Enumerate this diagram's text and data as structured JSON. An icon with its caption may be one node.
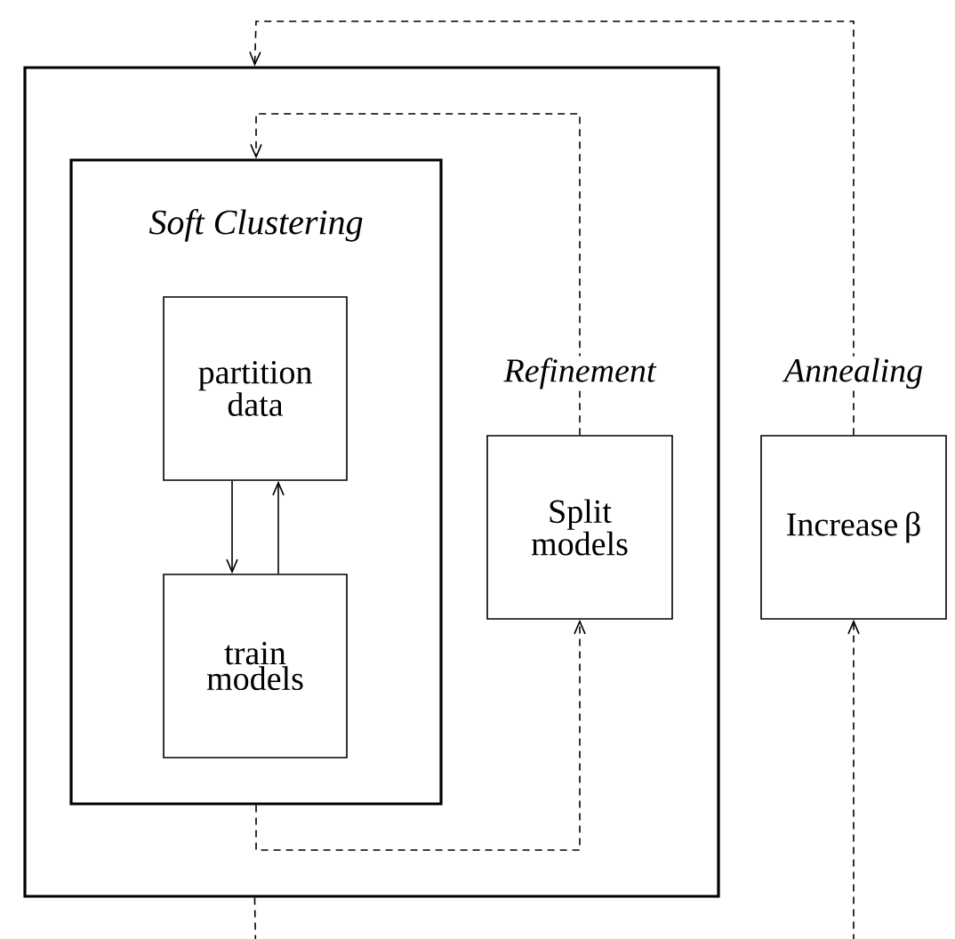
{
  "diagram": {
    "nodes": [
      {
        "text": [],
        "shape": "box"
      },
      {
        "text": [
          "Soft Clustering"
        ],
        "in": 0
      },
      {
        "text": [
          "partition data"
        ],
        "in": 1
      },
      {
        "text": [
          "train models"
        ],
        "in": 1
      },
      {
        "text": [
          "Split models"
        ],
        "beside": [
          "Refinement"
        ],
        "in": 0
      },
      {
        "text": [
          "Increase β"
        ],
        "beside": [
          "Annealing"
        ]
      }
    ],
    "edges": [
      {
        "from": 2,
        "to": 3,
        "arrow": "to"
      },
      {
        "from": 3,
        "to": 2,
        "arrow": "to"
      },
      {
        "from": 1,
        "to": 4,
        "arrow": "to",
        "style": "dashed"
      },
      {
        "from": 4,
        "to": 1,
        "arrow": "to",
        "style": "dashed"
      },
      {
        "from": 0,
        "to": 5,
        "arrow": "to",
        "style": "dashed"
      },
      {
        "from": 5,
        "to": 0,
        "arrow": "to",
        "style": "dashed"
      }
    ]
  }
}
